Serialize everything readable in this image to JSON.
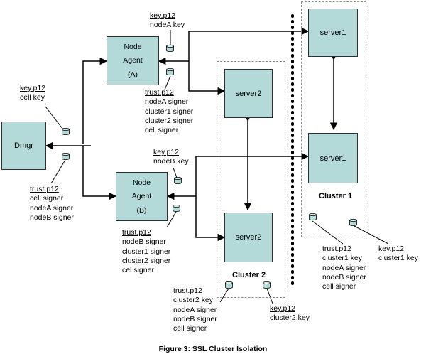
{
  "boxes": {
    "dmgr": "Dmgr",
    "node_a": {
      "line1": "Node",
      "line2": "Agent",
      "line3": "(A)"
    },
    "node_b": {
      "line1": "Node",
      "line2": "Agent",
      "line3": "(B)"
    },
    "server2_top": "server2",
    "server2_bottom": "server2",
    "server1_top": "server1",
    "server1_bottom": "server1"
  },
  "clusters": {
    "cluster1": "Cluster 1",
    "cluster2": "Cluster 2"
  },
  "stores": {
    "cell_key": {
      "file": "key.p12",
      "lines": [
        "cell key"
      ]
    },
    "cell_trust": {
      "file": "trust.p12",
      "lines": [
        "cell signer",
        "nodeA signer",
        "nodeB signer"
      ]
    },
    "nodeA_key": {
      "file": "key.p12",
      "lines": [
        "nodeA key"
      ]
    },
    "nodeA_trust": {
      "file": "trust.p12",
      "lines": [
        "nodeA signer",
        "cluster1 signer",
        "cluster2 signer",
        "cell signer"
      ]
    },
    "nodeB_key": {
      "file": "key.p12",
      "lines": [
        "nodeB key"
      ]
    },
    "nodeB_trust": {
      "file": "trust.p12",
      "lines": [
        "nodeB signer",
        "cluster1 signer",
        "cluster2 signer",
        "cel  signer"
      ]
    },
    "cluster2_trust": {
      "file": "trust.p12",
      "lines": [
        "cluster2 key",
        "nodeA signer",
        "nodeB signer",
        "cell signer"
      ]
    },
    "cluster2_key": {
      "file": "key.p12",
      "lines": [
        "cluster2 key"
      ]
    },
    "cluster1_trust": {
      "file": "trust.p12",
      "lines": [
        "cluster1 key",
        "nodeA signer",
        "nodeB signer",
        "cell signer"
      ]
    },
    "cluster1_key": {
      "file": "key.p12",
      "lines": [
        "cluster1 key"
      ]
    }
  },
  "caption": "Figure 3:  SSL Cluster Isolation",
  "colors": {
    "box_fill": "#b3d9d9",
    "box_border": "#2f2f2f",
    "cluster_border": "#8a8a8a"
  }
}
